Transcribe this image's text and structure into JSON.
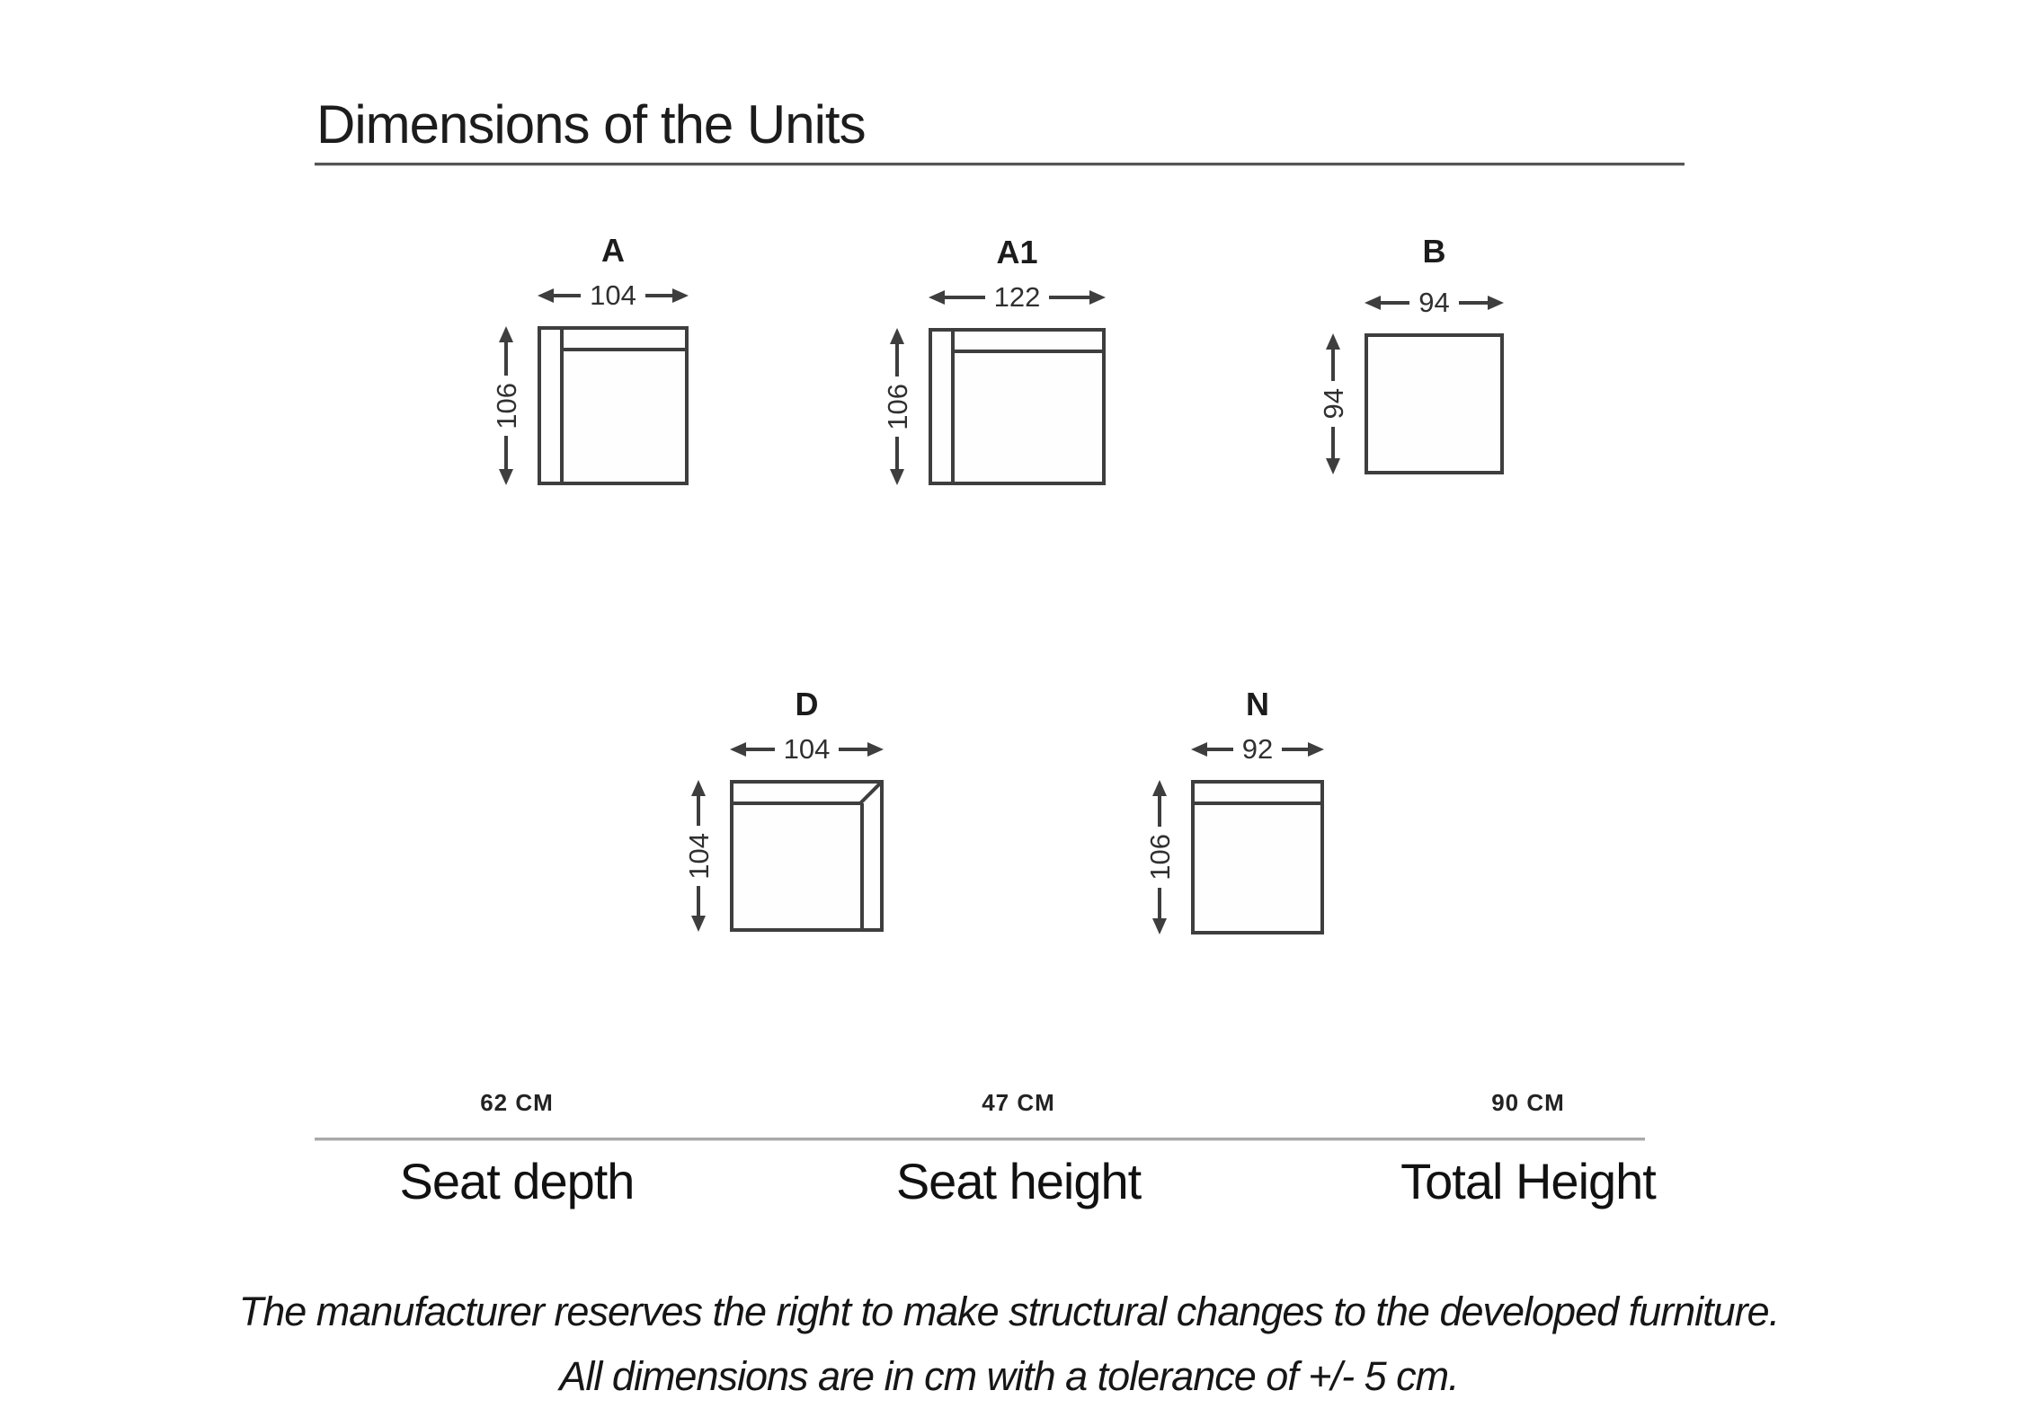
{
  "title": "Dimensions of the Units",
  "units": [
    {
      "label": "A",
      "width": "104",
      "height": "106",
      "shape": "left-armrest-top-backrest"
    },
    {
      "label": "A1",
      "width": "122",
      "height": "106",
      "shape": "left-armrest-top-backrest"
    },
    {
      "label": "B",
      "width": "94",
      "height": "94",
      "shape": "plain-square"
    },
    {
      "label": "D",
      "width": "104",
      "height": "104",
      "shape": "corner-backrest-right-armrest"
    },
    {
      "label": "N",
      "width": "92",
      "height": "106",
      "shape": "top-backrest-full"
    }
  ],
  "specs": [
    {
      "value": "62 CM",
      "label": "Seat depth"
    },
    {
      "value": "47 CM",
      "label": "Seat height"
    },
    {
      "value": "90 CM",
      "label": "Total Height"
    }
  ],
  "footnote": {
    "line1": "The manufacturer reserves the right to make structural changes to the developed furniture.",
    "line2": "All dimensions are in cm with a tolerance of +/- 5 cm."
  },
  "colors": {
    "diagram_line": "#3e3e3e",
    "title_rule": "#555555",
    "specs_divider": "#a9a9a9",
    "text": "#1c1c1c"
  }
}
